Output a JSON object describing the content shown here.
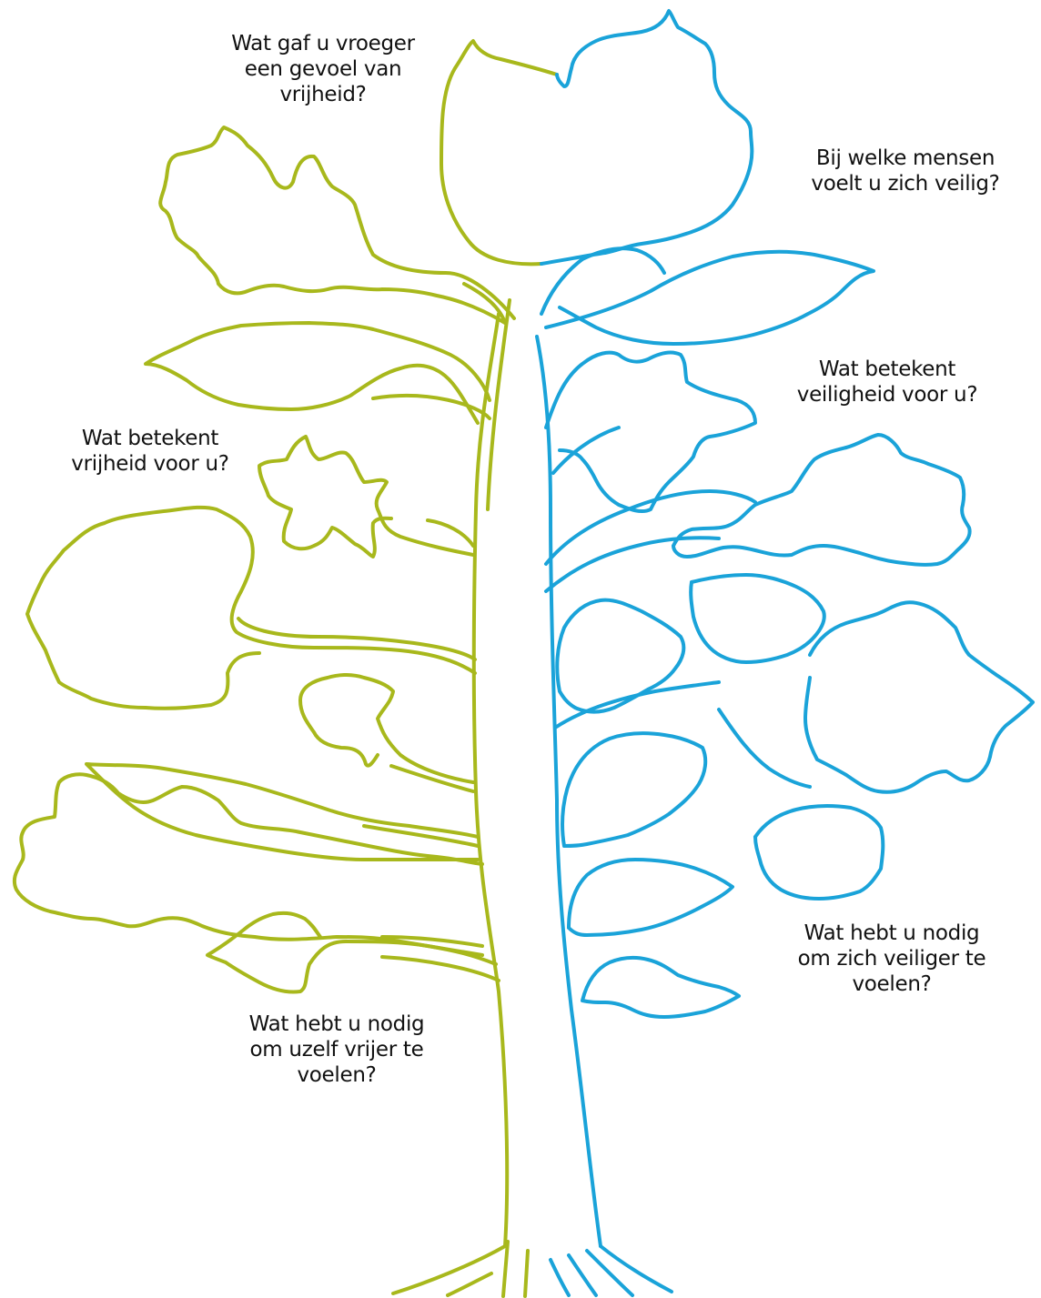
{
  "colors": {
    "freedom_side": "#a8b81c",
    "safety_side": "#1aa3d9",
    "text": "#111111",
    "background": "#ffffff"
  },
  "questions": {
    "freedom_past": [
      "Wat gaf u vroeger",
      "een gevoel van",
      "vrijheid?"
    ],
    "safe_people": [
      "Bij welke mensen",
      "voelt u zich veilig?"
    ],
    "safety_meaning": [
      "Wat betekent",
      "veiligheid voor u?"
    ],
    "freedom_meaning": [
      "Wat betekent",
      "vrijheid voor u?"
    ],
    "safer_need": [
      "Wat hebt u nodig",
      "om zich veiliger te",
      "voelen?"
    ],
    "freer_need": [
      "Wat hebt u nodig",
      "om uzelf vrijer te",
      "voelen?"
    ]
  }
}
